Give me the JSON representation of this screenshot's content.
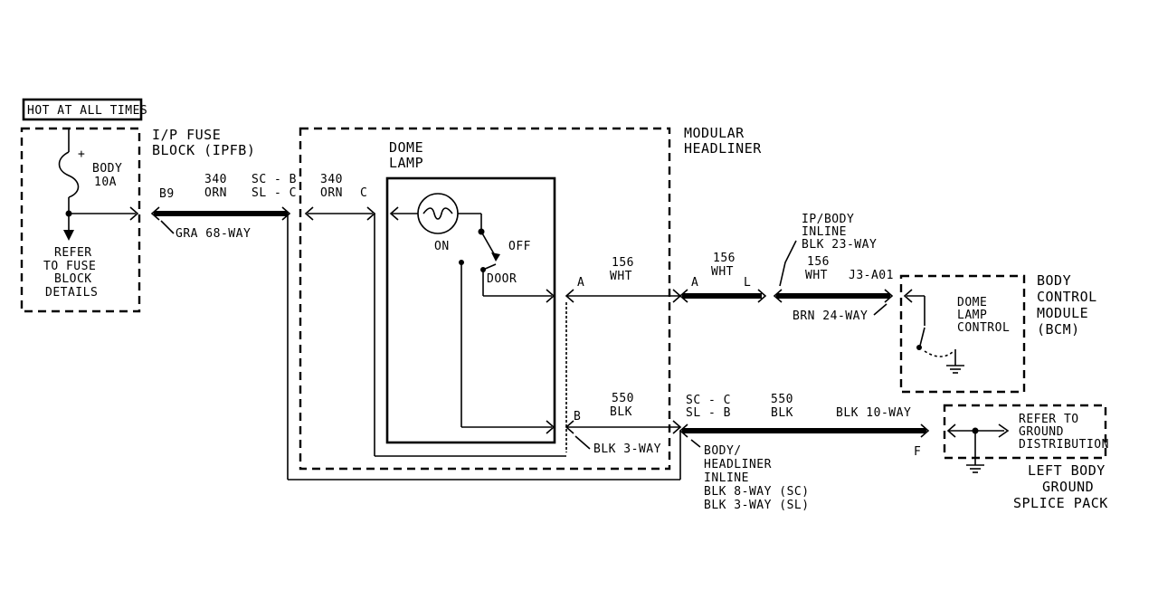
{
  "labels": {
    "hot_at_all_times": "HOT AT ALL TIMES",
    "fuse_plus": "+",
    "fuse_name": "BODY",
    "fuse_rating": "10A",
    "refer_fuse_1": "REFER",
    "refer_fuse_2": "TO FUSE",
    "refer_fuse_3": "BLOCK",
    "refer_fuse_4": "DETAILS",
    "ipfb_1": "I/P FUSE",
    "ipfb_2": "BLOCK (IPFB)",
    "pin_b9": "B9",
    "wire_340_a": "340",
    "orn_a": "ORN",
    "sc_b": "SC - B",
    "sl_c": "SL - C",
    "gra_68": "GRA 68-WAY",
    "wire_340_b": "340",
    "orn_b": "ORN",
    "pin_c": "C",
    "dome_1": "DOME",
    "dome_2": "LAMP",
    "sw_on": "ON",
    "sw_off": "OFF",
    "sw_door": "DOOR",
    "pin_a_left": "A",
    "w156_a": "156",
    "wht_a": "WHT",
    "pin_b_left": "B",
    "w550_a": "550",
    "blk_a": "BLK",
    "blk_3way": "BLK 3-WAY",
    "modular_1": "MODULAR",
    "modular_2": "HEADLINER",
    "pin_a_right": "A",
    "w156_b": "156",
    "wht_b": "WHT",
    "pin_l": "L",
    "ipbody_1": "IP/BODY",
    "ipbody_2": "INLINE",
    "ipbody_3": "BLK 23-WAY",
    "w156_c": "156",
    "wht_c": "WHT",
    "j3_a01": "J3-A01",
    "brn_24": "BRN 24-WAY",
    "bcm_1": "BODY",
    "bcm_2": "CONTROL",
    "bcm_3": "MODULE",
    "bcm_4": "(BCM)",
    "dlc_1": "DOME",
    "dlc_2": "LAMP",
    "dlc_3": "CONTROL",
    "sc_c": "SC - C",
    "sl_b": "SL - B",
    "w550_b": "550",
    "blk_b": "BLK",
    "blk_10": "BLK 10-WAY",
    "pin_f": "F",
    "bh_1": "BODY/",
    "bh_2": "HEADLINER",
    "bh_3": "INLINE",
    "bh_4": "BLK 8-WAY (SC)",
    "bh_5": "BLK 3-WAY (SL)",
    "gd_1": "REFER TO",
    "gd_2": "GROUND",
    "gd_3": "DISTRIBUTION",
    "lb_1": "LEFT BODY",
    "lb_2": "GROUND",
    "lb_3": "SPLICE PACK"
  }
}
